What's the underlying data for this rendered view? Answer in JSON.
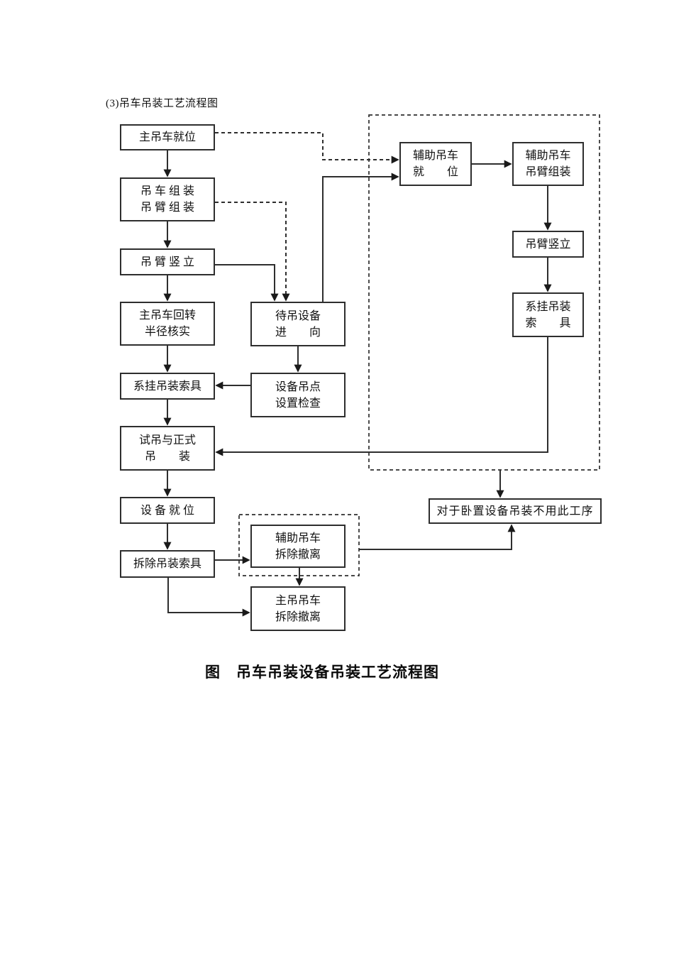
{
  "page": {
    "heading": "(3)吊车吊装工艺流程图",
    "caption": "图　吊车吊装设备吊装工艺流程图"
  },
  "colors": {
    "line": "#2e2e2e",
    "text": "#111111",
    "background": "#ffffff"
  },
  "nodes": {
    "main_crane_in_position": "主吊车就位",
    "crane_boom_assembly": "吊 车 组 装\n吊 臂 组 装",
    "boom_erection_main": "吊 臂 竖 立",
    "slewing_radius_check": "主吊车回转\n半径核实",
    "attach_rigging_main": "系挂吊装索具",
    "trial_and_formal_lift": "试吊与正式\n吊　　装",
    "equipment_in_place": "设 备 就 位",
    "remove_rigging": "拆除吊装索具",
    "equipment_approach": "待吊设备\n进　　向",
    "lift_point_check": "设备吊点\n设置检查",
    "aux_crane_removal": "辅助吊车\n拆除撤离",
    "main_crane_removal": "主吊吊车\n拆除撤离",
    "aux_crane_in_position": "辅助吊车\n就　　位",
    "aux_boom_assembly": "辅助吊车\n吊臂组装",
    "boom_erection_aux": "吊臂竖立",
    "attach_rigging_aux": "系挂吊装\n索　　具",
    "horizontal_note": "对于卧置设备吊装不用此工序"
  }
}
